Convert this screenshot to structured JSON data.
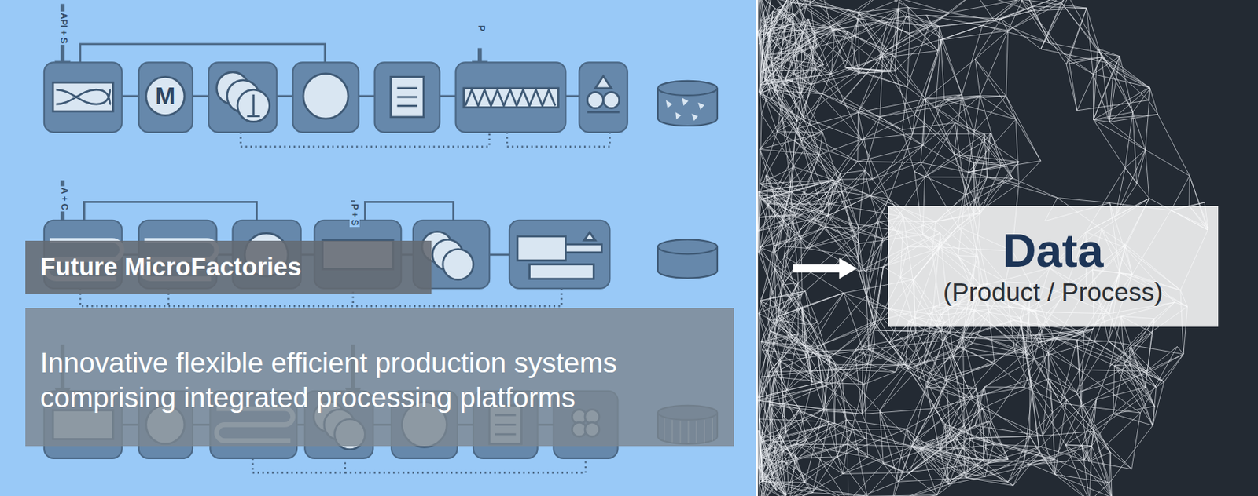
{
  "diagram": {
    "nodes": [
      {
        "text": [
          "Future MicroFactories"
        ]
      },
      {
        "text": [
          "Innovative flexible efficient production systems comprising integrated processing platforms"
        ]
      },
      {
        "text": [
          "Data",
          "(Product / Process)"
        ]
      }
    ],
    "labels": [
      "API + S",
      "M",
      "P",
      "A + C",
      "P + S"
    ]
  }
}
